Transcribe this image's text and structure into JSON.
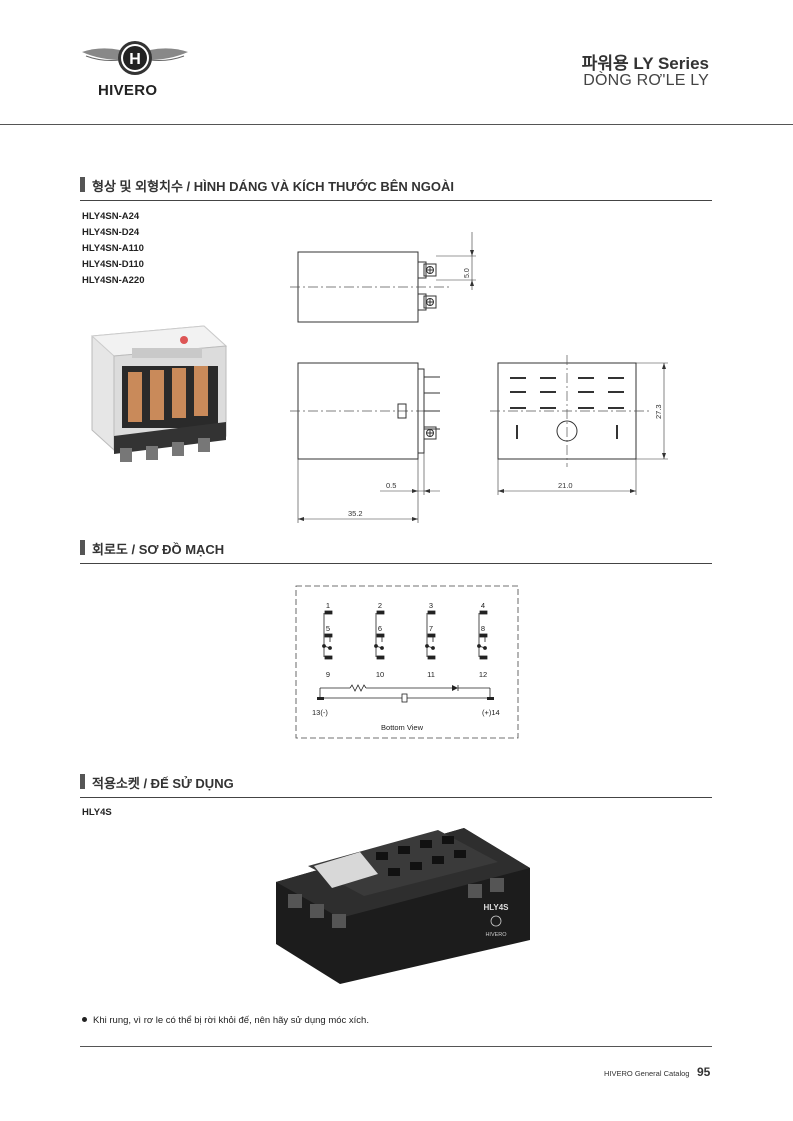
{
  "header": {
    "brand": "HIVERO",
    "brand_letter": "H",
    "title": "파워용 LY Series",
    "subtitle": "DÒNG RƠ'LE LY"
  },
  "sections": {
    "shape": "형상 및 외형치수 / HÌNH DÁNG VÀ KÍCH THƯỚC BÊN NGOÀI",
    "circuit": "회로도 / SƠ ĐỒ MẠCH",
    "socket": "적용소켓 /  ĐẾ SỬ DỤNG"
  },
  "models": [
    "HLY4SN-A24",
    "HLY4SN-D24",
    "HLY4SN-A110",
    "HLY4SN-D110",
    "HLY4SN-A220"
  ],
  "dimensions": {
    "pin_pitch": "5.0",
    "pin_offset": "0.5",
    "length": "35.2",
    "width": "21.0",
    "height": "27.3"
  },
  "circuit": {
    "top_terminals": [
      "1",
      "2",
      "3",
      "4"
    ],
    "middle_terminals": [
      "5",
      "6",
      "7",
      "8"
    ],
    "bottom_terminals": [
      "9",
      "10",
      "11",
      "12"
    ],
    "coil_minus": "13(-)",
    "coil_plus": "(+)14",
    "view_label": "Bottom View"
  },
  "socket": {
    "code": "HLY4S",
    "label_on_product": "HLY4S",
    "brand_on_product": "HIVERO"
  },
  "note": "Khi rung, vì rơ le có thể bị rời khỏi đế, nên hãy sử dụng móc xích.",
  "footer": {
    "catalog": "HIVERO General Catalog",
    "page": "95"
  }
}
